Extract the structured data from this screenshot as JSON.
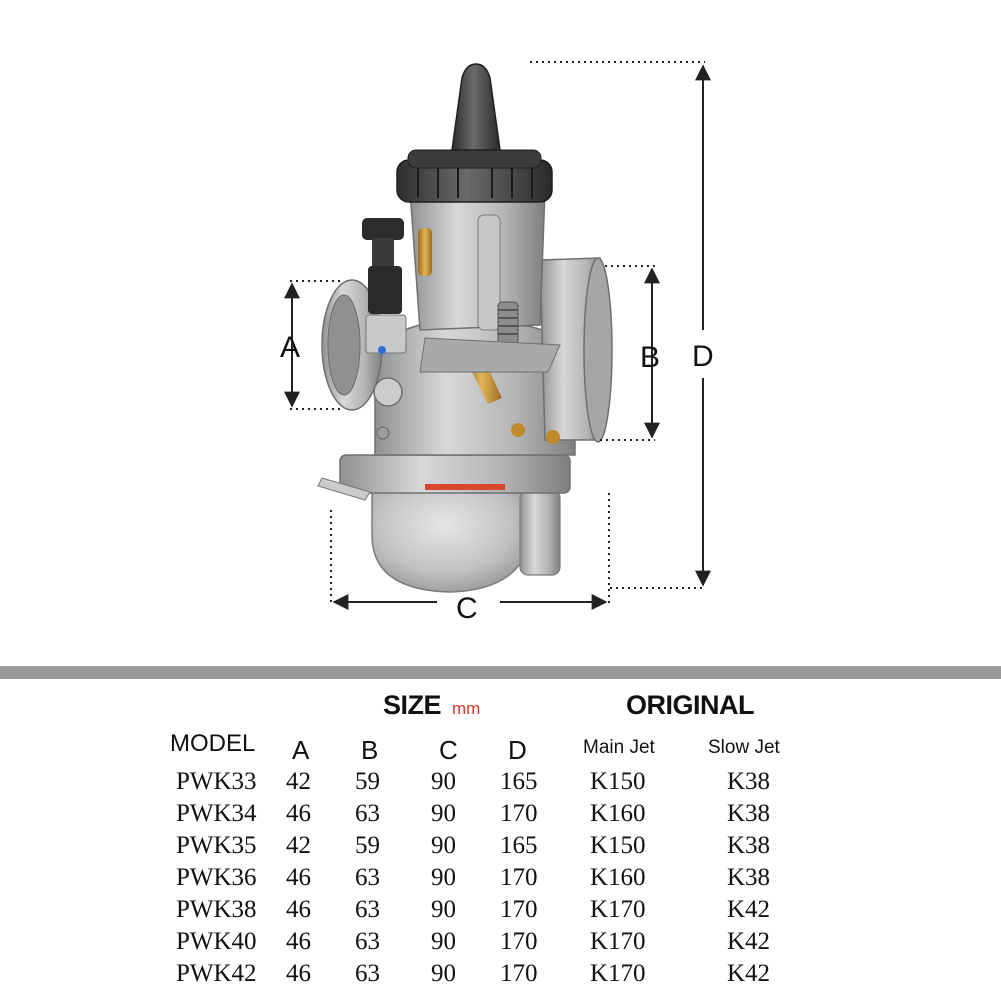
{
  "figure": {
    "dimension_labels": {
      "a": "A",
      "b": "B",
      "c": "C",
      "d": "D"
    },
    "colors": {
      "body_metal": "#b9bbbd",
      "cap": "#4a4a4a",
      "brass": "#c8912e",
      "leader": "#222222"
    }
  },
  "table": {
    "size_title": "SIZE",
    "size_unit": "mm",
    "original_title": "ORIGINAL",
    "columns": {
      "model": "MODEL",
      "a": "A",
      "b": "B",
      "c": "C",
      "d": "D",
      "main_jet": "Main Jet",
      "slow_jet": "Slow Jet"
    },
    "rows": [
      {
        "model": "PWK33",
        "a": "42",
        "b": "59",
        "c": "90",
        "d": "165",
        "main_jet": "K150",
        "slow_jet": "K38"
      },
      {
        "model": "PWK34",
        "a": "46",
        "b": "63",
        "c": "90",
        "d": "170",
        "main_jet": "K160",
        "slow_jet": "K38"
      },
      {
        "model": "PWK35",
        "a": "42",
        "b": "59",
        "c": "90",
        "d": "165",
        "main_jet": "K150",
        "slow_jet": "K38"
      },
      {
        "model": "PWK36",
        "a": "46",
        "b": "63",
        "c": "90",
        "d": "170",
        "main_jet": "K160",
        "slow_jet": "K38"
      },
      {
        "model": "PWK38",
        "a": "46",
        "b": "63",
        "c": "90",
        "d": "170",
        "main_jet": "K170",
        "slow_jet": "K42"
      },
      {
        "model": "PWK40",
        "a": "46",
        "b": "63",
        "c": "90",
        "d": "170",
        "main_jet": "K170",
        "slow_jet": "K42"
      },
      {
        "model": "PWK42",
        "a": "46",
        "b": "63",
        "c": "90",
        "d": "170",
        "main_jet": "K170",
        "slow_jet": "K42"
      }
    ]
  }
}
